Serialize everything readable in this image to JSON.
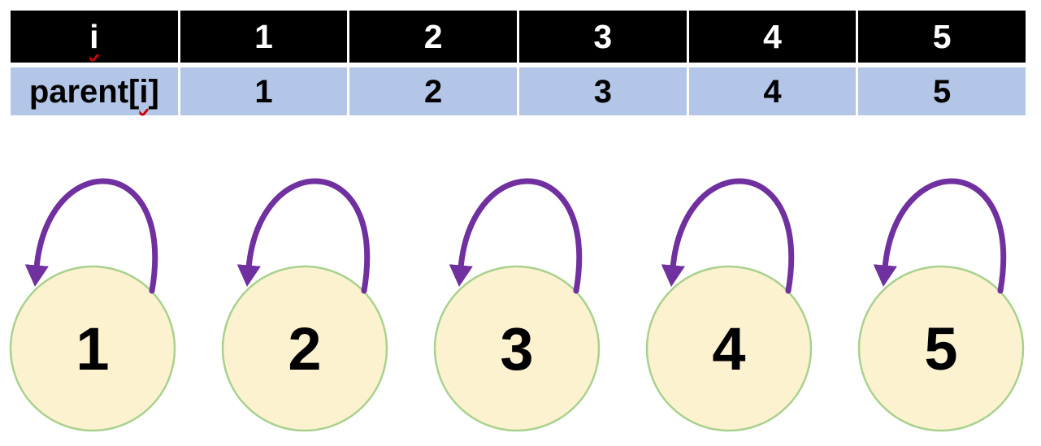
{
  "table": {
    "header_row": {
      "label": "i",
      "values": [
        "1",
        "2",
        "3",
        "4",
        "5"
      ]
    },
    "parent_row": {
      "label_pre": "parent[",
      "label_i": "i",
      "label_post": "]",
      "values": [
        "1",
        "2",
        "3",
        "4",
        "5"
      ]
    }
  },
  "diagram": {
    "nodes": [
      {
        "label": "1",
        "self_loop": true
      },
      {
        "label": "2",
        "self_loop": true
      },
      {
        "label": "3",
        "self_loop": true
      },
      {
        "label": "4",
        "self_loop": true
      },
      {
        "label": "5",
        "self_loop": true
      }
    ]
  },
  "colors": {
    "header_bg": "#000000",
    "header_text": "#ffffff",
    "value_row_bg": "#b4c6e7",
    "value_row_text": "#000000",
    "node_fill": "#fcf2d0",
    "node_border": "#a9d18e",
    "self_loop_arrow": "#7030a0",
    "misspell_underline": "#cc0000",
    "background": "#ffffff"
  }
}
